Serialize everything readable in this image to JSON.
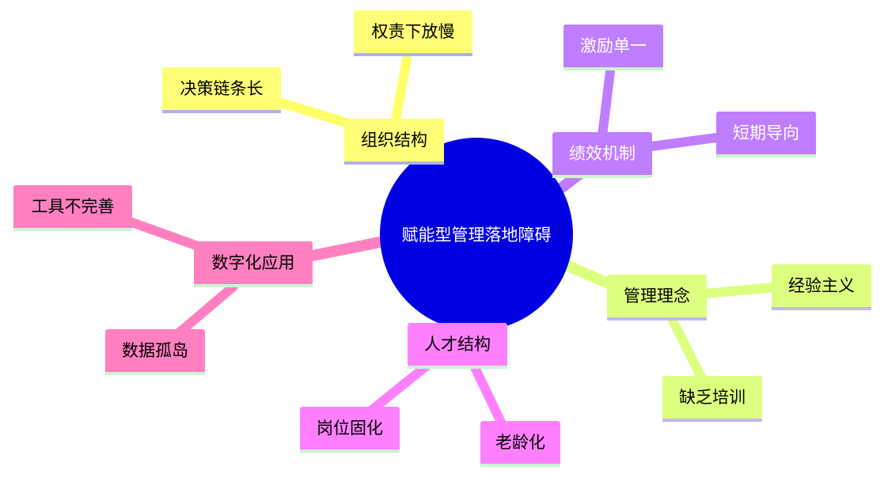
{
  "root": {
    "label": "赋能型管理落地障碍",
    "color": "#0000e0"
  },
  "branches": [
    {
      "label": "组织结构",
      "color": "#ffff78",
      "children": [
        {
          "label": "权责下放慢"
        },
        {
          "label": "决策链条长"
        }
      ]
    },
    {
      "label": "绩效机制",
      "color": "#bf7dff",
      "children": [
        {
          "label": "激励单一"
        },
        {
          "label": "短期导向"
        }
      ]
    },
    {
      "label": "管理理念",
      "color": "#dcff80",
      "children": [
        {
          "label": "经验主义"
        },
        {
          "label": "缺乏培训"
        }
      ]
    },
    {
      "label": "人才结构",
      "color": "#ff80ff",
      "children": [
        {
          "label": "岗位固化"
        },
        {
          "label": "老龄化"
        }
      ]
    },
    {
      "label": "数字化应用",
      "color": "#ff80c0",
      "children": [
        {
          "label": "工具不完善"
        },
        {
          "label": "数据孤岛"
        }
      ]
    }
  ]
}
